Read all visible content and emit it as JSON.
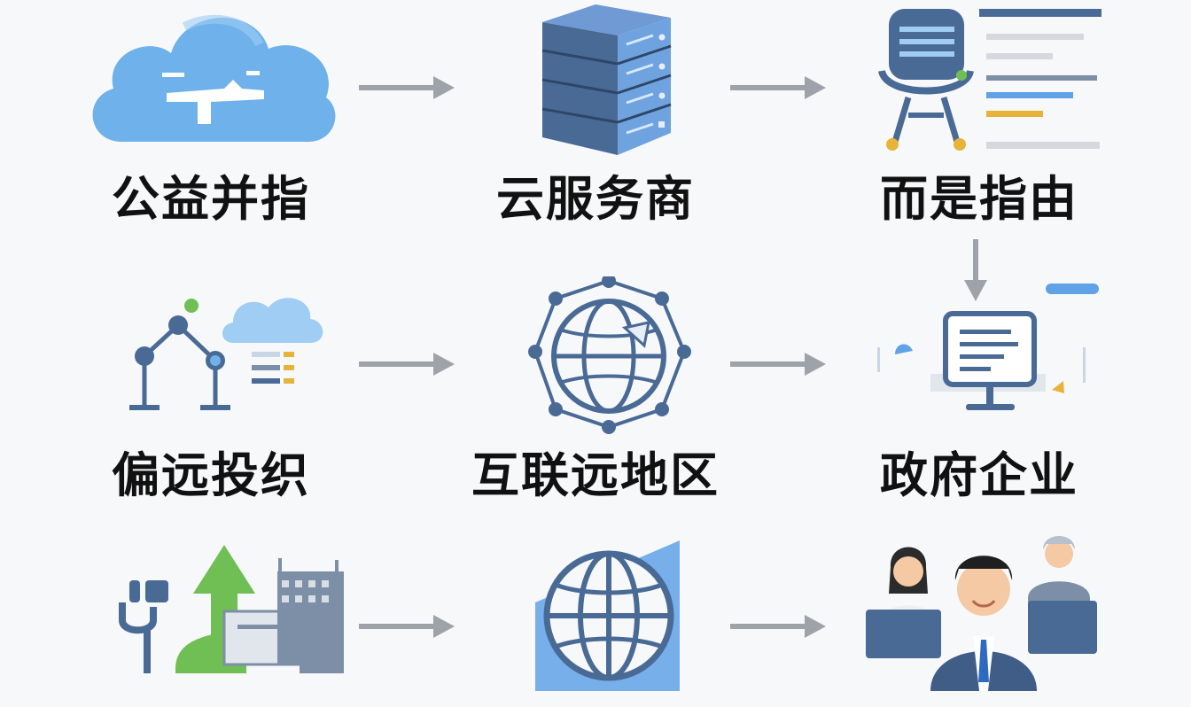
{
  "nodes": [
    {
      "id": "n1",
      "label": "公益并指",
      "icon": "cloud-upload-icon"
    },
    {
      "id": "n2",
      "label": "云服务商",
      "icon": "server-rack-icon"
    },
    {
      "id": "n3",
      "label": "而是指由",
      "icon": "microphone-document-icon"
    },
    {
      "id": "n4",
      "label": "偏远投织",
      "icon": "network-cloud-icon"
    },
    {
      "id": "n5",
      "label": "互联远地区",
      "icon": "globe-network-icon"
    },
    {
      "id": "n6",
      "label": "政府企业",
      "icon": "monitor-document-icon"
    },
    {
      "id": "n7",
      "label": "",
      "icon": "growth-arrow-icon"
    },
    {
      "id": "n8",
      "label": "",
      "icon": "globe-icon"
    },
    {
      "id": "n9",
      "label": "",
      "icon": "business-people-icon"
    }
  ],
  "colors": {
    "cloud": "#6fb1ea",
    "steel": "#4a6a96",
    "arrow": "#9ea3aa",
    "green": "#6fbf55",
    "accent": "#e8b339",
    "text": "#111111"
  }
}
